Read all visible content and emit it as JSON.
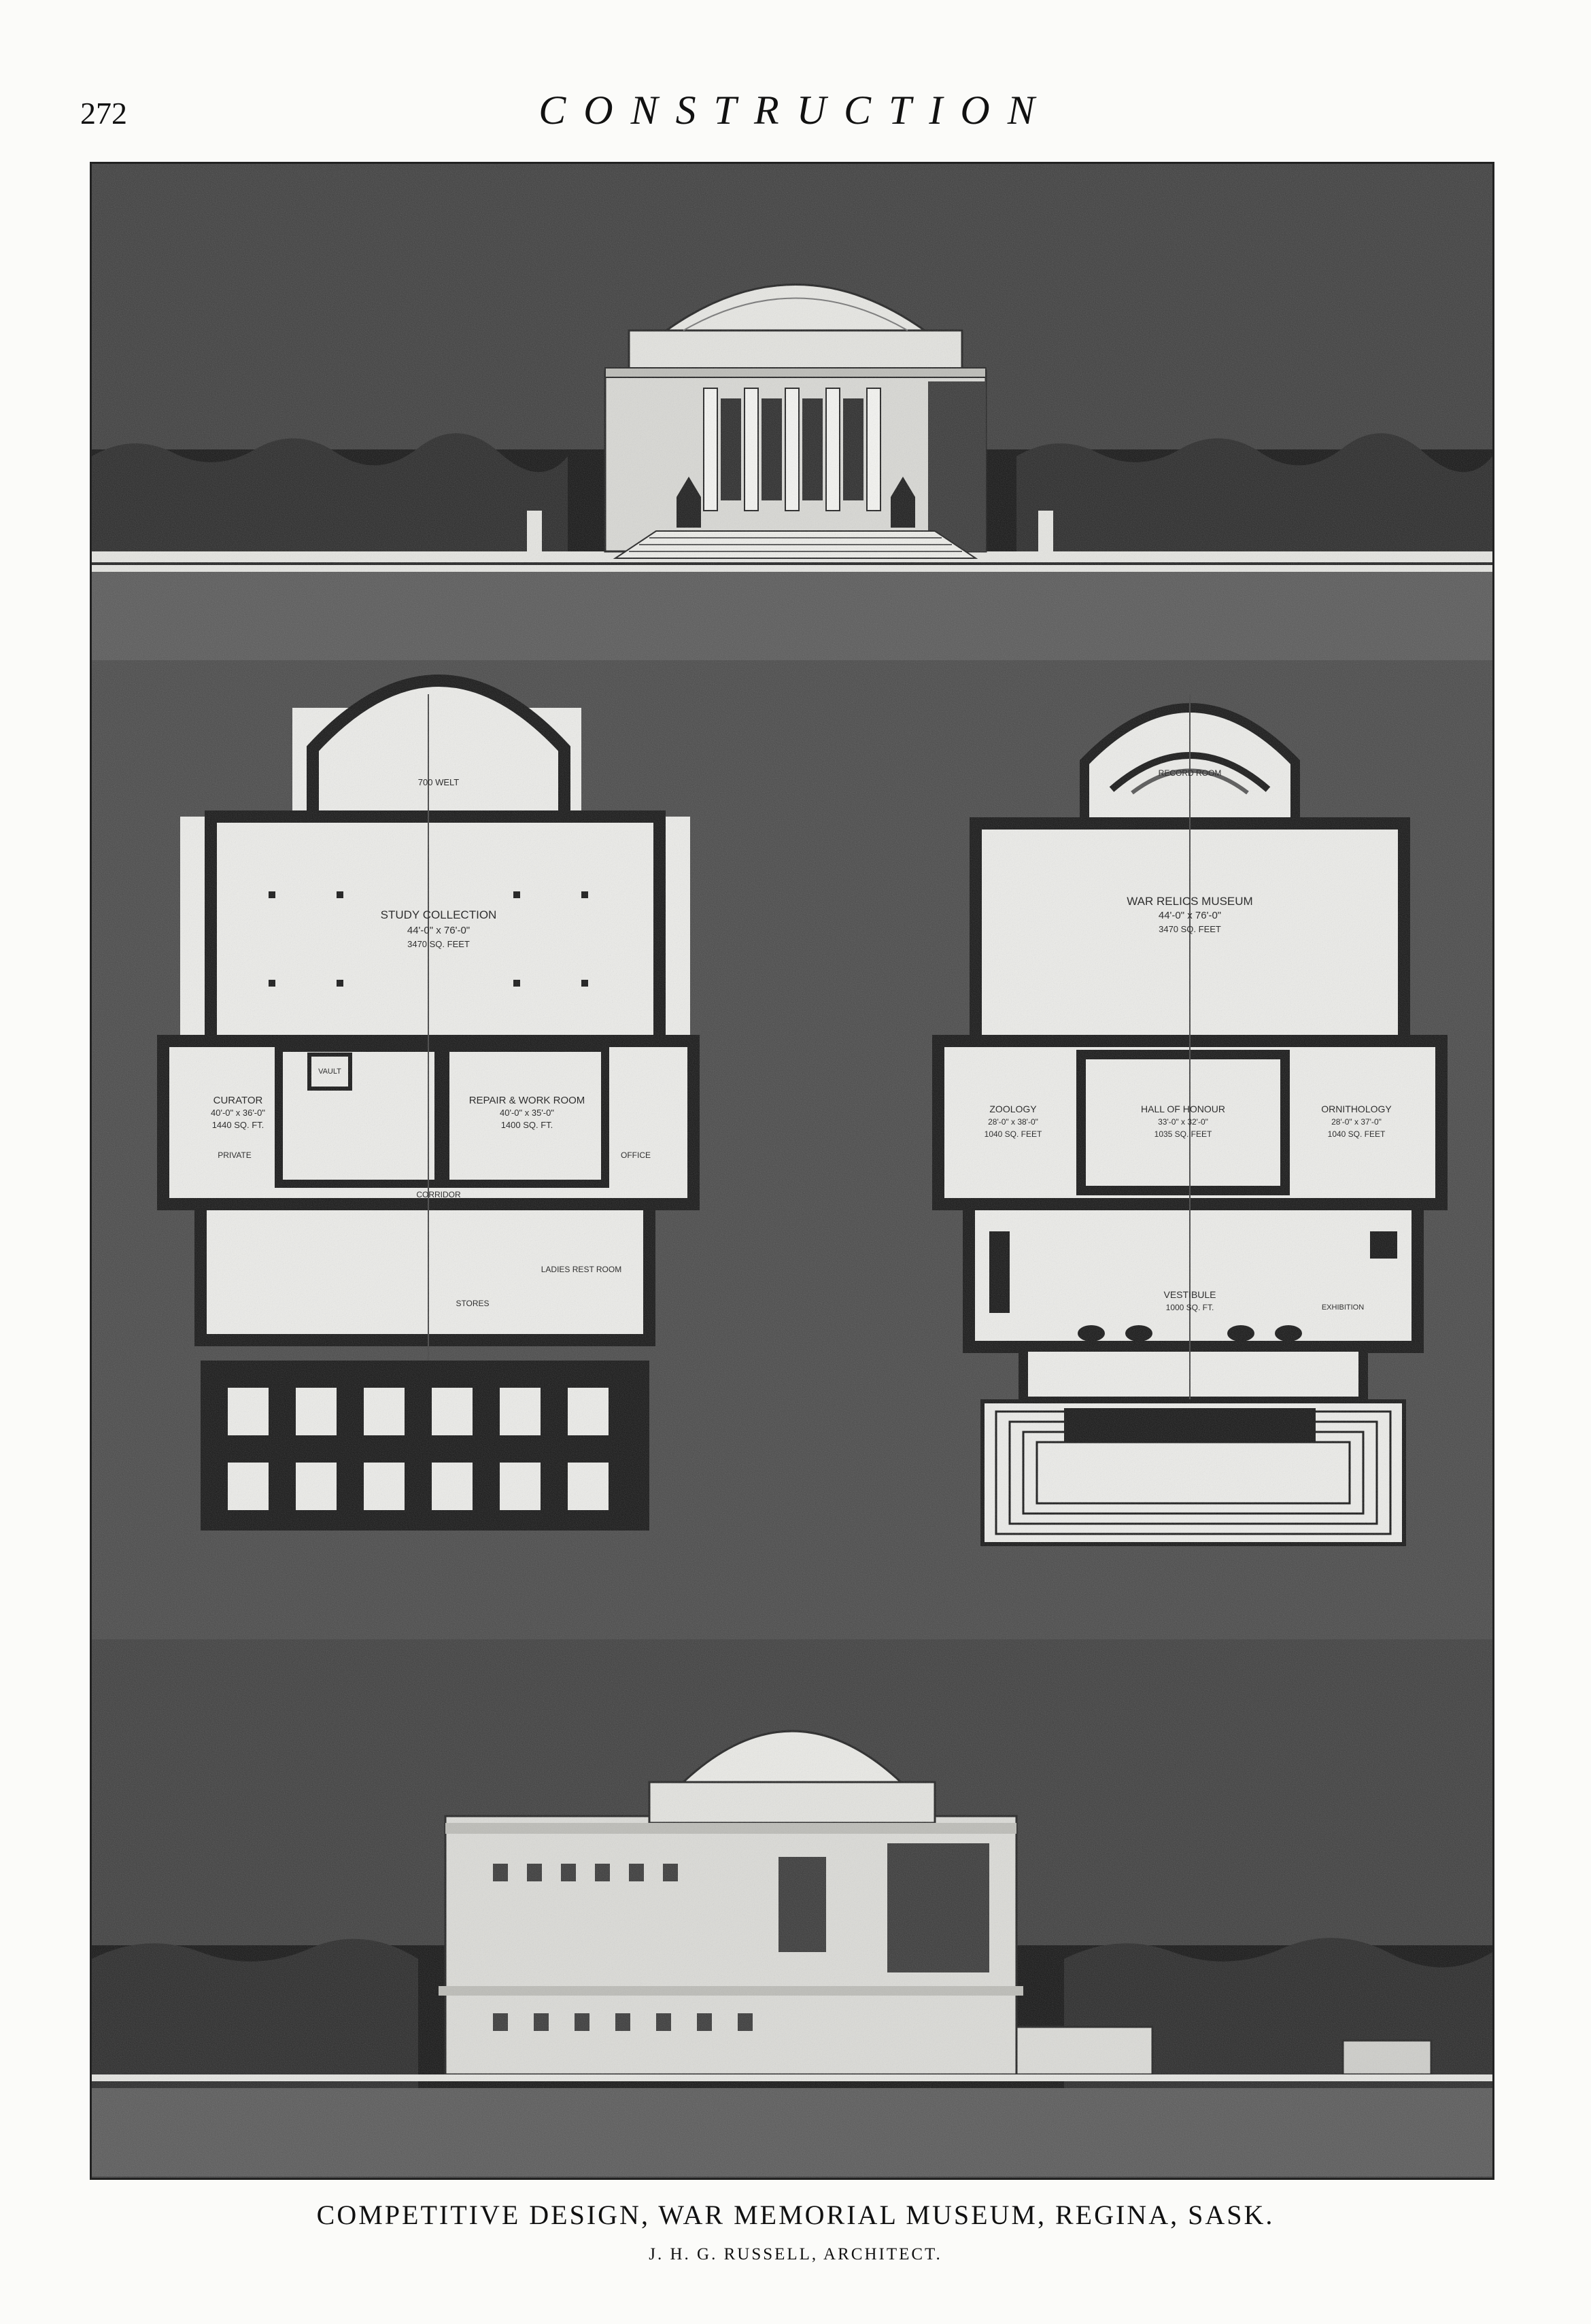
{
  "page": {
    "number": "272",
    "running_head": "CONSTRUCTION"
  },
  "plate": {
    "drawings": [
      "front-elevation",
      "basement-plan",
      "main-floor-plan",
      "side-elevation"
    ],
    "basement_plan_labels": {
      "top_room": "700 WELT",
      "study_collection": "STUDY COLLECTION",
      "study_collection_dims": "44'-0\" x 76'-0\"",
      "study_collection_area": "3470 SQ. FEET",
      "curator": "CURATOR",
      "curator_dims": "40'-0\" x 36'-0\"",
      "curator_area": "1440 SQ. FT.",
      "private": "PRIVATE",
      "vault": "VAULT",
      "repair_room": "REPAIR & WORK ROOM",
      "repair_room_dims": "40'-0\" x 35'-0\"",
      "repair_room_area": "1400 SQ. FT.",
      "office": "OFFICE",
      "corridor": "CORRIDOR",
      "stores": "STORES",
      "ladies_rest_room": "LADIES REST ROOM"
    },
    "main_plan_labels": {
      "record_room": "RECORD ROOM",
      "war_relics": "WAR RELICS MUSEUM",
      "war_relics_dims": "44'-0\" x 76'-0\"",
      "war_relics_area": "3470 SQ. FEET",
      "zoology": "ZOOLOGY",
      "zoology_dims": "28'-0\" x 38'-0\"",
      "zoology_area": "1040 SQ. FEET",
      "hall_of_honour": "HALL OF HONOUR",
      "hall_of_honour_dims": "33'-0\" x 32'-0\"",
      "hall_of_honour_area": "1035 SQ. FEET",
      "ornithology": "ORNITHOLOGY",
      "ornithology_dims": "28'-0\" x 37'-0\"",
      "ornithology_area": "1040 SQ. FEET",
      "vestibule": "VESTIBULE",
      "vestibule_area": "1000 SQ. FT.",
      "exhibition": "EXHIBITION"
    },
    "colors": {
      "ground": "#4a4a4a",
      "paper": "#f4f4f1",
      "ink": "#161616"
    }
  },
  "caption": {
    "title": "COMPETITIVE DESIGN, WAR MEMORIAL MUSEUM, REGINA, SASK.",
    "architect": "J. H. G. RUSSELL, ARCHITECT."
  }
}
